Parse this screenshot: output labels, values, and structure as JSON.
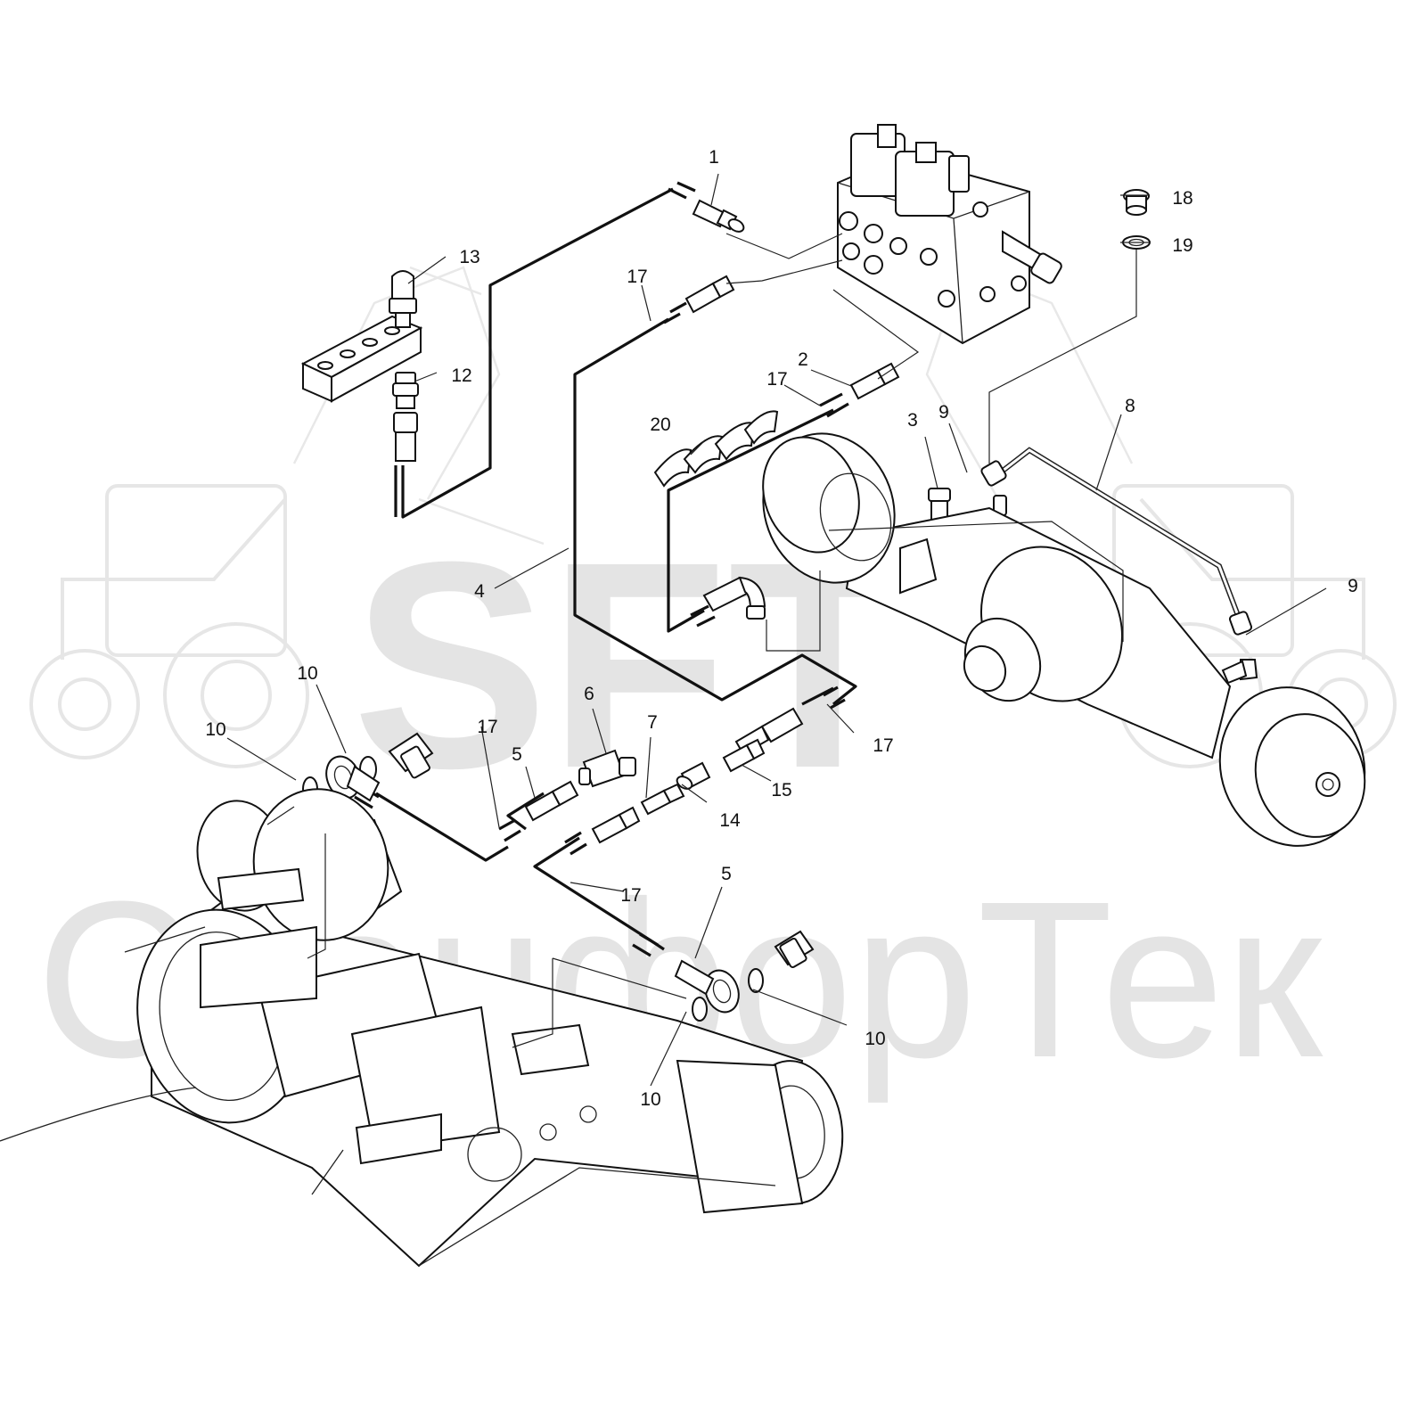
{
  "watermark": {
    "logo_text": "SFT",
    "brand_text": "СканфорТек"
  },
  "callouts": {
    "c1": "1",
    "c2": "2",
    "c3": "3",
    "c4": "4",
    "c5a": "5",
    "c5b": "5",
    "c6": "6",
    "c7": "7",
    "c8": "8",
    "c9a": "9",
    "c9b": "9",
    "c10a": "10",
    "c10b": "10",
    "c10c": "10",
    "c10d": "10",
    "c12": "12",
    "c13": "13",
    "c14": "14",
    "c15": "15",
    "c17a": "17",
    "c17b": "17",
    "c17c": "17",
    "c17d": "17",
    "c17e": "17",
    "c18": "18",
    "c19": "19",
    "c20": "20"
  },
  "colors": {
    "line": "#111111",
    "watermark": "#e4e4e4"
  }
}
